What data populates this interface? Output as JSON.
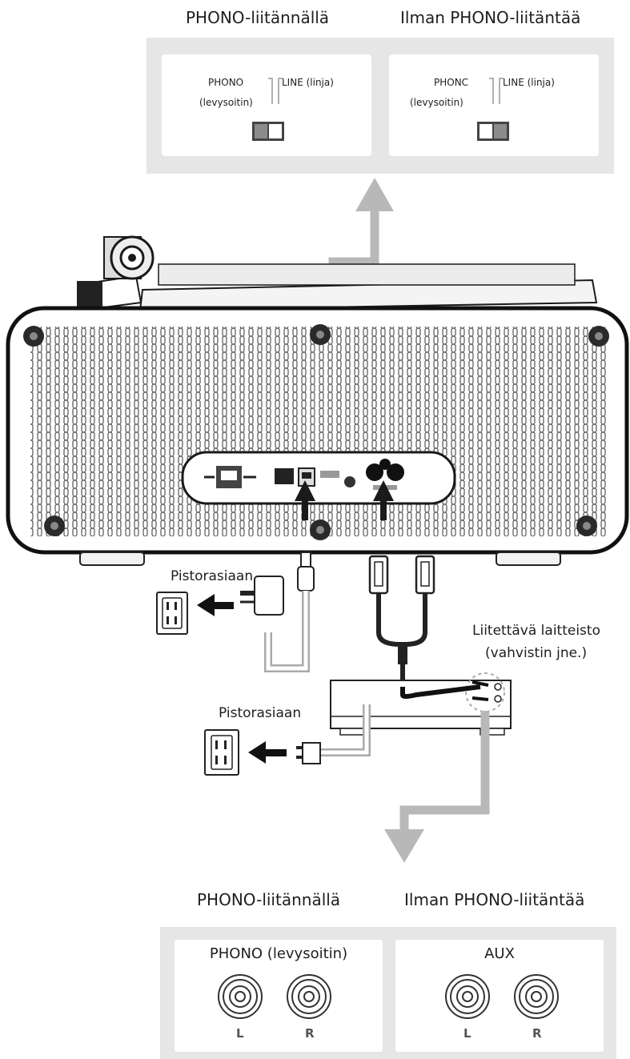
{
  "top": {
    "header_left": "PHONO-liitännällä",
    "header_right": "Ilman PHONO-liitäntää",
    "left_panel": {
      "phono": "PHONO",
      "phono_sub": "(levysoitin)",
      "line": "LINE (linja)"
    },
    "right_panel": {
      "phono": "PHONC",
      "phono_sub": "(levysoitin)",
      "line": "LINE (linja)"
    }
  },
  "outlet_labels": {
    "upper": "Pistorasiaan",
    "lower": "Pistorasiaan"
  },
  "device": {
    "line1": "Liitettävä laitteisto",
    "line2": "(vahvistin jne.)"
  },
  "bottom": {
    "header_left": "PHONO-liitännällä",
    "header_right": "Ilman PHONO-liitäntää",
    "left_panel_title": "PHONO (levysoitin)",
    "right_panel_title": "AUX",
    "jack_left": "L",
    "jack_right": "R"
  },
  "colors": {
    "panel_bg": "#e6e6e6",
    "arrow_gray": "#b5b5b5",
    "cable_dark": "#1a1a1a"
  }
}
